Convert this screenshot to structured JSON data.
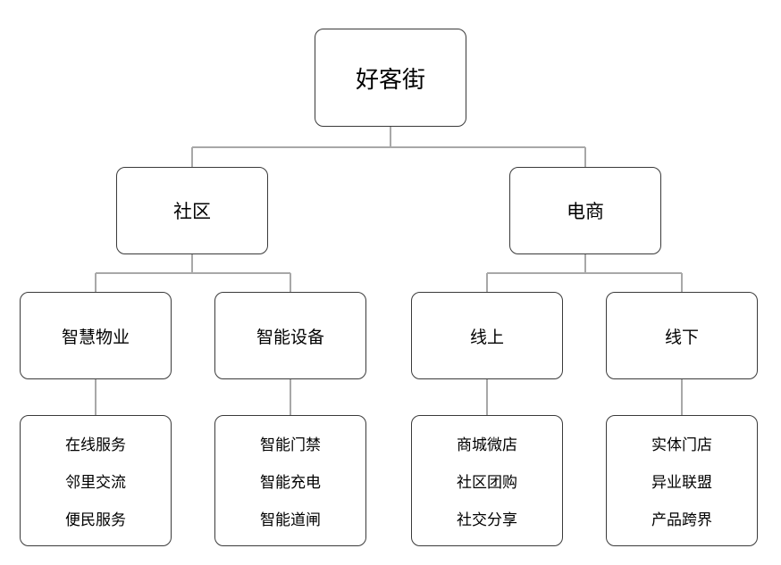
{
  "diagram": {
    "title": "好客街 organization chart",
    "line_color": "#a8a8a8",
    "border_color": "#3a3a3a",
    "root": {
      "label": "好客街"
    },
    "branches": [
      {
        "label": "社区",
        "children": [
          {
            "label": "智慧物业",
            "items": [
              "在线服务",
              "邻里交流",
              "便民服务"
            ]
          },
          {
            "label": "智能设备",
            "items": [
              "智能门禁",
              "智能充电",
              "智能道闸"
            ]
          }
        ]
      },
      {
        "label": "电商",
        "children": [
          {
            "label": "线上",
            "items": [
              "商城微店",
              "社区团购",
              "社交分享"
            ]
          },
          {
            "label": "线下",
            "items": [
              "实体门店",
              "异业联盟",
              "产品跨界"
            ]
          }
        ]
      }
    ]
  }
}
